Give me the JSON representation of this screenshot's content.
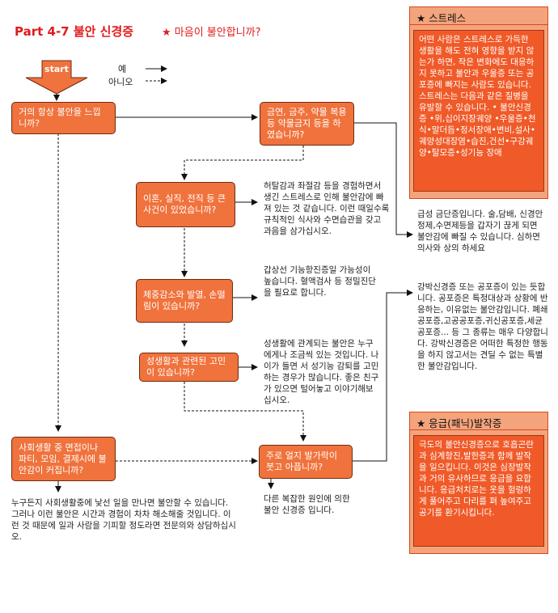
{
  "header": {
    "title": "Part 4-7 불안 신경증",
    "subtitle": "★ 마음이 불안합니까?"
  },
  "legend": {
    "yes": "예",
    "no": "아니오"
  },
  "start_label": "start",
  "nodes": {
    "n1": "거의 항상 불안을 느낍니까?",
    "n2": "금연, 금주, 약물 복용 등 약물금지 등을 하였습니까?",
    "n3": "이혼, 실직, 전직 등 큰 사건이 있었습니까?",
    "n4": "체중감소와 발열, 손떨림이 있습니까?",
    "n5": "성생활과 관련된 고민이 있습니까?",
    "n6": "사회생활 중 면접이나 파티, 모임, 결제시에 불안감이 커집니까?",
    "n7": "주로 얼지 발가락이 붓고 아픕니까?"
  },
  "paragraphs": {
    "p_n3_yes": "허탈감과 좌절감 등을 경험하면서 생긴 스트레스로 인해 불안감에 빠져 있는 것 같습니다. 이런 때일수록 규칙적인 식사와 수면습관을 갖고 과음을 삼가십시오.",
    "p_n4_yes": "갑상선 기능항진증일 가능성이 높습니다. 혈액검사 등 정밀진단을 필요로 합니다.",
    "p_n5_yes": "성생활에 관계되는 불안은 누구에게나 조금씩 있는 것입니다. 나이가 들면 서 성기능 감퇴를 고민하는 경우가 많습니다. 좋은 친구가 있으면 털어놓고 이야기해보십시오.",
    "p_n2_yes": "급성 금단증입니다. 술,담배, 신경안정제,수면제등을 갑자기 끊게 되면 불안감에 빠질 수 있습니다. 심하면 의사와 상의 하세요",
    "p_n7_yes": "강박신경증 또는 공포증이 있는 듯합니다. 공포증은 특정대상과 상황에 반응하는, 이유없는 불안감입니다. 폐쇄 공포증,고공공포증,귀신공포증,세균공포증... 등 그 종류는 매우 다양합니다. 강박신경증은 어떠한 특정한 행동을 하지 않고서는 견딜 수 없는 특별한 불안감입니다.",
    "p_n6_yes": "누구든지 사회생활중에 낯선 일을 만나면 불안할 수 있습니다. 그러나 이런 불안은 시간과 경험이 차차 해소해줄 것입니다. 이런 것 때문에 일과 사람을 기피할 정도라면 전문의와 상담하십시오.",
    "p_n7_no": "다른 복잡한 원인에 의한 불안 신경증 입니다."
  },
  "sidebar": {
    "stress": {
      "title": "★ 스트레스",
      "body": "어떤 사람은 스트레스로 가득한 생활을 해도 전혀 영향을 받지 않는가 하면, 작은 변화에도 대응하지 못하고 불안과 우울증 또는 공포증에 빠지는 사람도 있습니다. 스트레스는 다음과 같은 질병을 유발할 수 있습니다. • 불안신경증 •위,십이지장궤양 •우울증•천식•말더듬•정서장애•변비,설사•궤양성대장염•습진,건선•구강궤양•탈모증•성기능 장애"
    },
    "panic": {
      "title": "★ 응급(패닉)발작증",
      "body": "극도의 불안신경증으로 호흡곤란과 심계항진,발한증과 함께 발작을 일으킵니다. 이것은 심장발작과 거의 유사하므로 응급을 요합니다. 응급처치로는 옷을 헐렁하게 풀어주고 다리를 펴 높여주고 공기를 환기시킵니다."
    }
  },
  "colors": {
    "title_red": "#e01b1b",
    "node_fill": "#f0723c",
    "sidebox_outer": "#f4a47c",
    "sidebox_inner": "#f05a28"
  }
}
